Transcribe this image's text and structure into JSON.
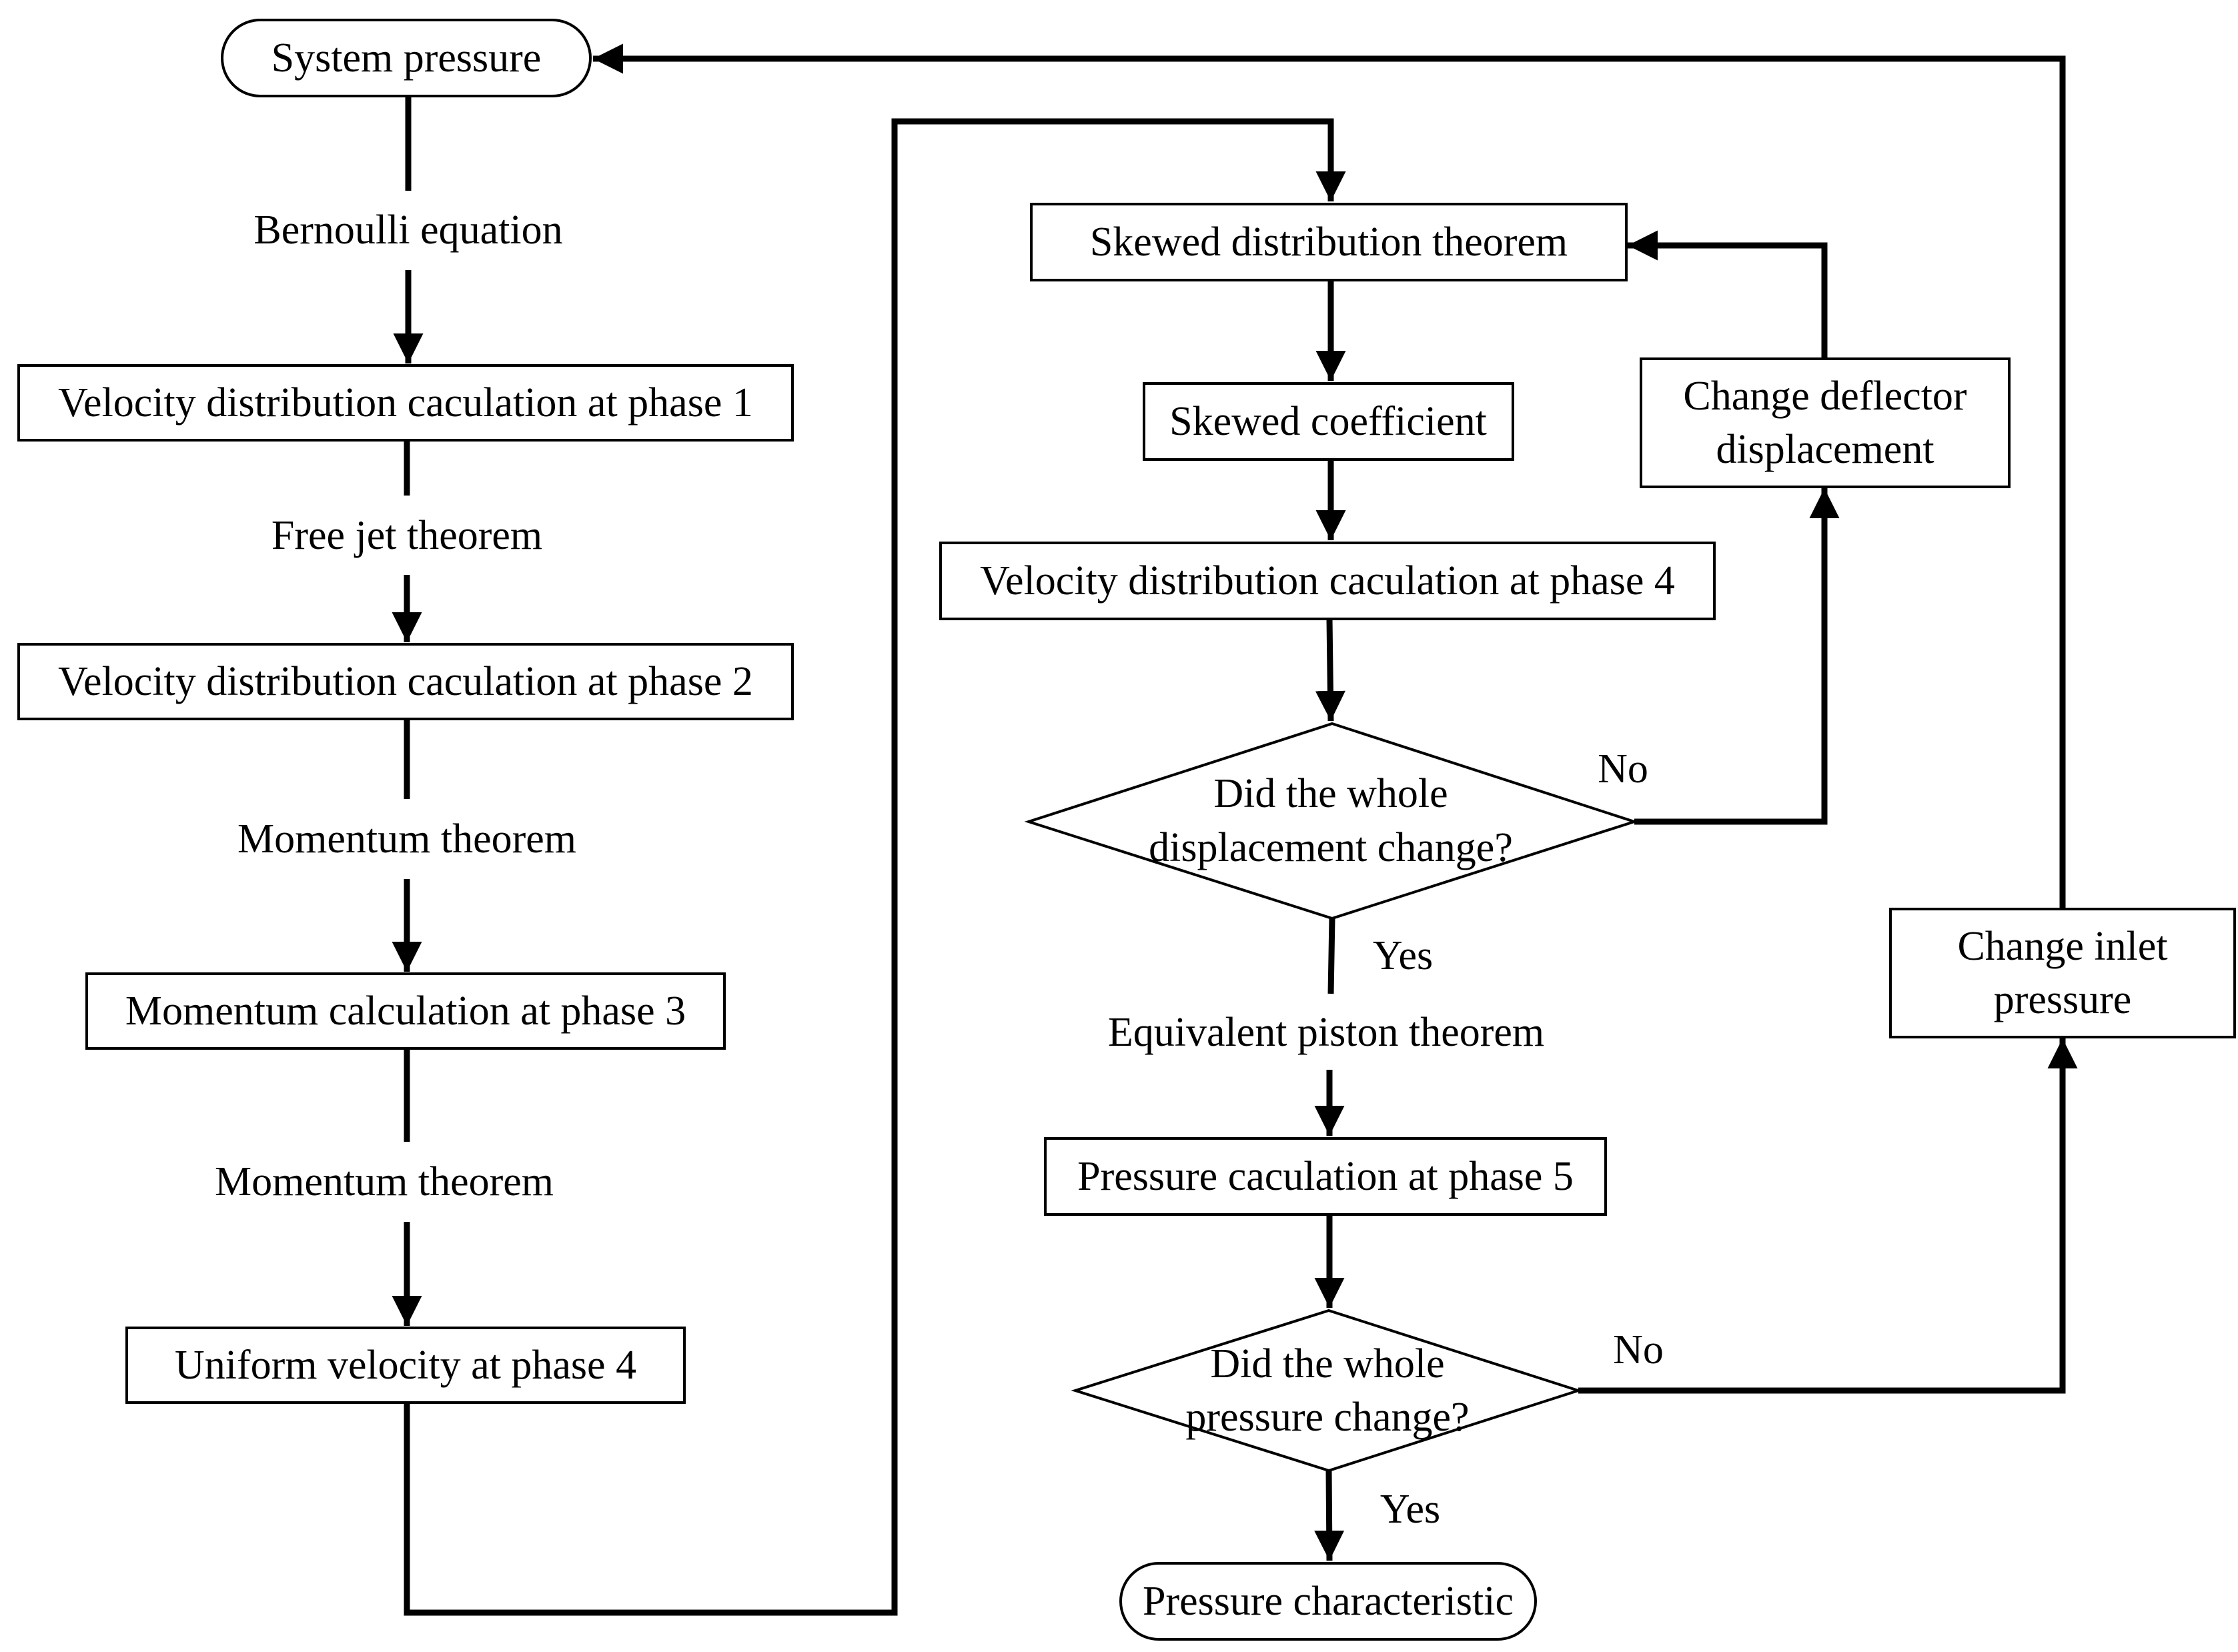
{
  "nodes": {
    "system_pressure": "System pressure",
    "vel_phase1": "Velocity distribution caculation at phase 1",
    "vel_phase2": "Velocity distribution caculation at phase 2",
    "momentum_phase3": "Momentum calculation at phase 3",
    "uniform_phase4": "Uniform velocity at phase 4",
    "skewed_theorem": "Skewed distribution theorem",
    "skewed_coefficient": "Skewed coefficient",
    "vel_phase4": "Velocity distribution caculation at phase 4",
    "decision_displacement": [
      "Did the whole",
      "displacement change?"
    ],
    "change_deflector": [
      "Change deflector",
      "displacement"
    ],
    "pressure_phase5": "Pressure caculation at phase 5",
    "decision_pressure": [
      "Did the whole",
      "pressure change?"
    ],
    "change_inlet": [
      "Change inlet",
      "pressure"
    ],
    "pressure_characteristic": "Pressure characteristic"
  },
  "edge_labels": {
    "bernoulli": "Bernoulli equation",
    "free_jet": "Free jet theorem",
    "momentum_1": "Momentum theorem",
    "momentum_2": "Momentum theorem",
    "no_1": "No",
    "yes_1": "Yes",
    "equivalent_piston": "Equivalent piston theorem",
    "no_2": "No",
    "yes_2": "Yes"
  },
  "colors": {
    "stroke": "#000000",
    "background": "#ffffff"
  }
}
